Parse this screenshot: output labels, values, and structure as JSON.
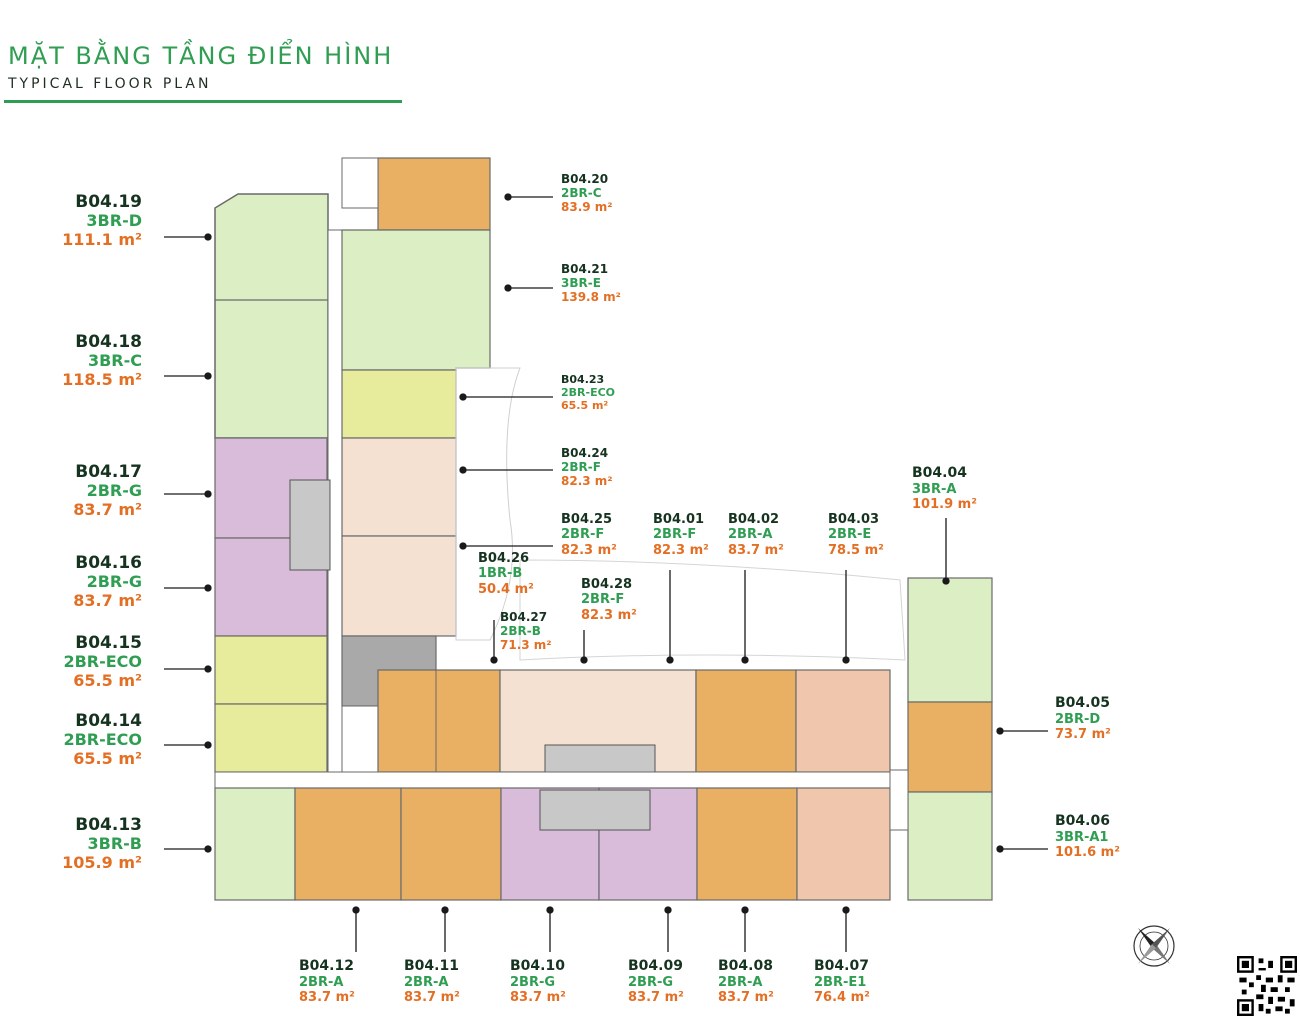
{
  "header": {
    "title_vn": "MẶT BẰNG TẦNG ĐIỂN HÌNH",
    "title_en": "TYPICAL FLOOR PLAN"
  },
  "colors": {
    "green_unit": "#dcefc4",
    "orange_unit": "#e9b064",
    "pink_unit": "#f4e1d2",
    "salmon_unit": "#f0c7ad",
    "purple_unit": "#d9bcd9",
    "yellow_unit": "#e7eb9c",
    "core_grey": "#a9a9a9",
    "title_green": "#2f9e52",
    "area_orange": "#e36f24",
    "code_dark": "#163320"
  },
  "units": [
    {
      "code": "B04.19",
      "type": "3BR-D",
      "area": "111.1 m²"
    },
    {
      "code": "B04.18",
      "type": "3BR-C",
      "area": "118.5 m²"
    },
    {
      "code": "B04.17",
      "type": "2BR-G",
      "area": "83.7 m²"
    },
    {
      "code": "B04.16",
      "type": "2BR-G",
      "area": "83.7 m²"
    },
    {
      "code": "B04.15",
      "type": "2BR-ECO",
      "area": "65.5 m²"
    },
    {
      "code": "B04.14",
      "type": "2BR-ECO",
      "area": "65.5 m²"
    },
    {
      "code": "B04.13",
      "type": "3BR-B",
      "area": "105.9 m²"
    },
    {
      "code": "B04.20",
      "type": "2BR-C",
      "area": "83.9 m²"
    },
    {
      "code": "B04.21",
      "type": "3BR-E",
      "area": "139.8 m²"
    },
    {
      "code": "B04.23",
      "type": "2BR-ECO",
      "area": "65.5 m²"
    },
    {
      "code": "B04.24",
      "type": "2BR-F",
      "area": "82.3 m²"
    },
    {
      "code": "B04.25",
      "type": "2BR-F",
      "area": "82.3 m²"
    },
    {
      "code": "B04.26",
      "type": "1BR-B",
      "area": "50.4 m²"
    },
    {
      "code": "B04.27",
      "type": "2BR-B",
      "area": "71.3 m²"
    },
    {
      "code": "B04.28",
      "type": "2BR-F",
      "area": "82.3 m²"
    },
    {
      "code": "B04.01",
      "type": "2BR-F",
      "area": "82.3 m²"
    },
    {
      "code": "B04.02",
      "type": "2BR-A",
      "area": "83.7 m²"
    },
    {
      "code": "B04.03",
      "type": "2BR-E",
      "area": "78.5 m²"
    },
    {
      "code": "B04.04",
      "type": "3BR-A",
      "area": "101.9 m²"
    },
    {
      "code": "B04.05",
      "type": "2BR-D",
      "area": "73.7 m²"
    },
    {
      "code": "B04.06",
      "type": "3BR-A1",
      "area": "101.6 m²"
    },
    {
      "code": "B04.12",
      "type": "2BR-A",
      "area": "83.7 m²"
    },
    {
      "code": "B04.11",
      "type": "2BR-A",
      "area": "83.7 m²"
    },
    {
      "code": "B04.10",
      "type": "2BR-G",
      "area": "83.7 m²"
    },
    {
      "code": "B04.09",
      "type": "2BR-G",
      "area": "83.7 m²"
    },
    {
      "code": "B04.08",
      "type": "2BR-A",
      "area": "83.7 m²"
    },
    {
      "code": "B04.07",
      "type": "2BR-E1",
      "area": "76.4 m²"
    }
  ],
  "icons": [
    "compass-icon",
    "qr-code-icon"
  ]
}
